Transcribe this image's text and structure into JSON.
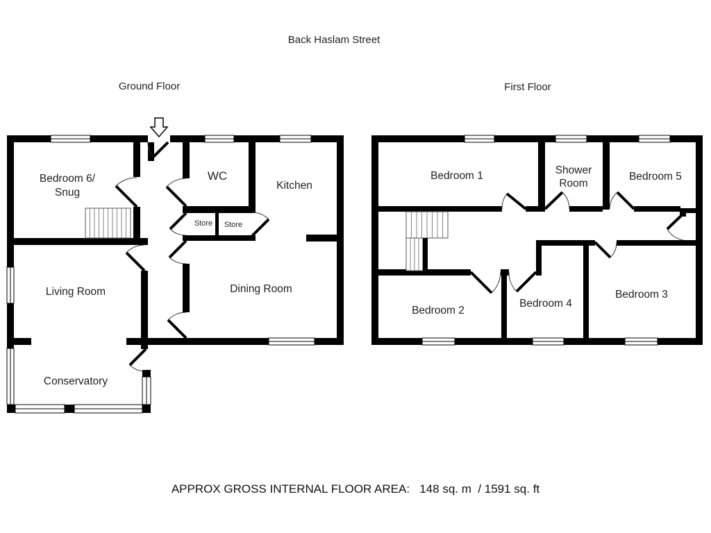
{
  "page": {
    "address_title": "Back Haslam Street",
    "footer_area_text": "APPROX GROSS INTERNAL FLOOR AREA:   148 sq. m  / 1591 sq. ft",
    "background_color": "#ffffff",
    "wall_color": "#000000",
    "text_color": "#1f1f1f"
  },
  "floors": {
    "ground": {
      "label": "Ground Floor",
      "icons": {
        "entrance_arrow": "down-arrow-entrance-marker"
      },
      "rooms": {
        "bedroom6_line1": "Bedroom 6/",
        "bedroom6_line2": "Snug",
        "wc": "WC",
        "kitchen": "Kitchen",
        "store1": "Store",
        "store2": "Store",
        "living_room": "Living Room",
        "dining_room": "Dining Room",
        "conservatory": "Conservatory"
      }
    },
    "first": {
      "label": "First Floor",
      "rooms": {
        "bedroom1": "Bedroom 1",
        "shower_line1": "Shower",
        "shower_line2": "Room",
        "bedroom5": "Bedroom 5",
        "bedroom2": "Bedroom 2",
        "bedroom4": "Bedroom 4",
        "bedroom3": "Bedroom 3"
      }
    }
  }
}
